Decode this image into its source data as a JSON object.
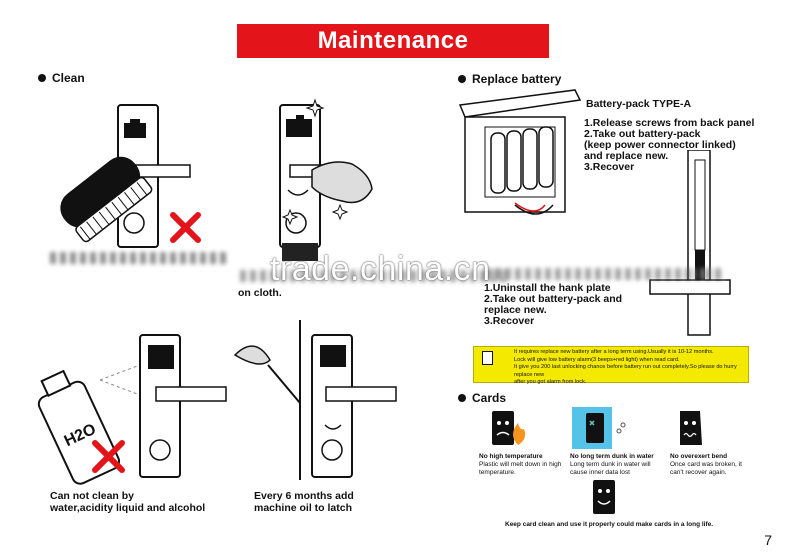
{
  "banner": {
    "title": "Maintenance"
  },
  "clean": {
    "heading": "Clean",
    "caption_cloth": "on cloth.",
    "caption_no_water_line1": "Can not clean by",
    "caption_no_water_line2": "water,acidity liquid and alcohol",
    "caption_oil_line1": "Every 6 months add",
    "caption_oil_line2": "machine oil to latch",
    "h2o_label": "H2O"
  },
  "battery": {
    "heading": "Replace battery",
    "pack_title": "Battery-pack TYPE-A",
    "steps_a": [
      "1.Release screws from back panel",
      "2.Take out battery-pack",
      "(keep power connector linked)",
      "and replace new.",
      "3.Recover"
    ],
    "steps_b": [
      "1.Uninstall the hank plate",
      "2.Take out battery-pack and",
      "replace new.",
      "3.Recover"
    ],
    "note_lines": [
      "It requires replace new battery after a long term using.Usually it is 10-12 months.",
      "Lock will give low battery alarm(3 beeps+red light) when read card.",
      "It give you 200 last unlocking chance before battery run out completely.So please do hurry replace new",
      "after you got alarm from lock."
    ]
  },
  "cards": {
    "heading": "Cards",
    "items": [
      {
        "title": "No high temperature",
        "desc": "Plastic will melt down in high temperature."
      },
      {
        "title": "No long term dunk in water",
        "desc": "Long term dunk in water will cause inner data lost"
      },
      {
        "title": "No overexert bend",
        "desc": "Once card was broken, it can't recover again."
      }
    ],
    "footer": "Keep card clean and use it properly could make cards in a long life."
  },
  "watermark": "trade.china.cn",
  "page_number": "7"
}
